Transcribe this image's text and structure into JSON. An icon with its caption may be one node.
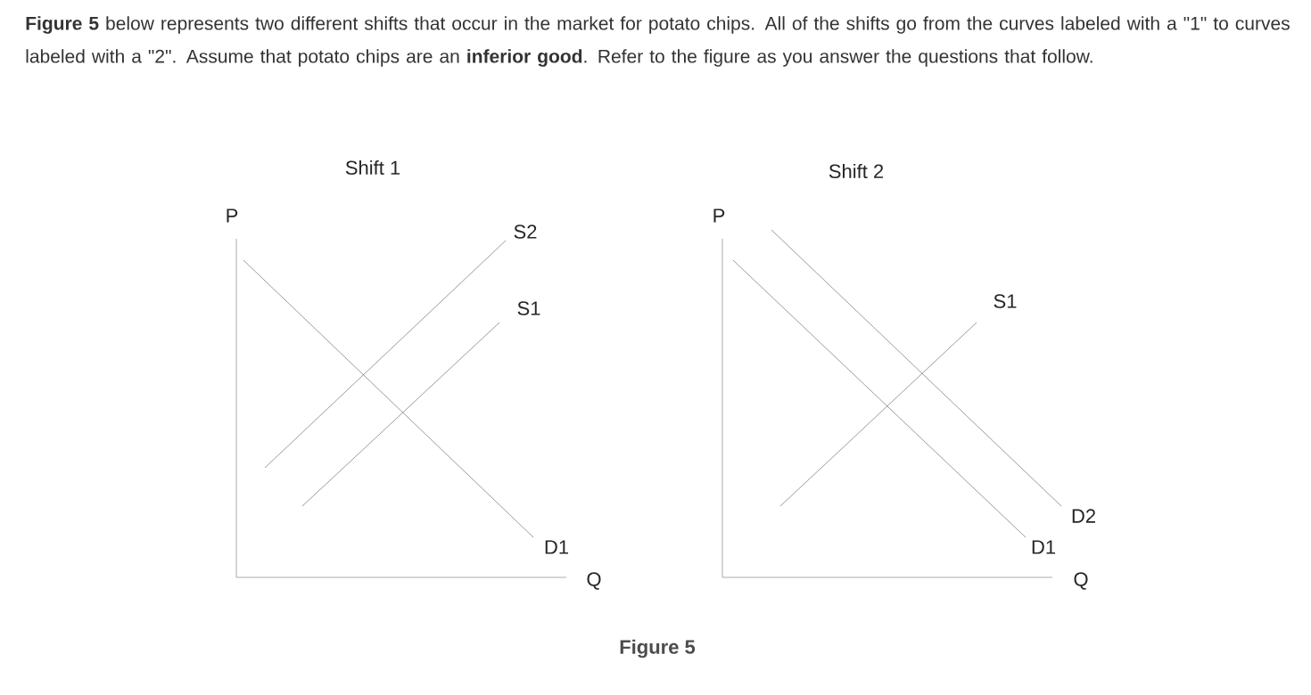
{
  "diagram": {
    "caption": "Figure 5",
    "labels": [
      "**Figure 5** below represents two different shifts that occur in the market for potato chips. All of the shifts go from the curves labeled with a \"1\" to curves labeled with a \"2\". Assume that potato chips are an **inferior good**. Refer to the figure as you answer the questions that follow.",
      "Shift 1",
      "P",
      "S2",
      "S1",
      "D1",
      "Q",
      "Shift 2",
      "P",
      "S1",
      "D2",
      "D1",
      "Q"
    ]
  }
}
